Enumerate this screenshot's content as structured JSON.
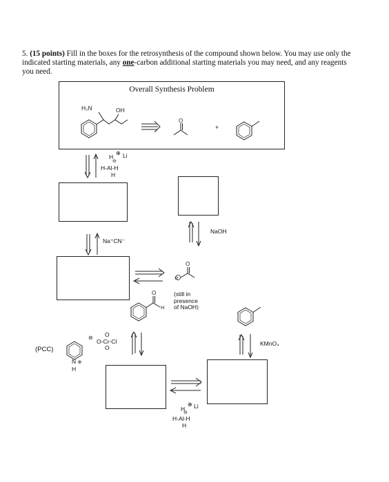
{
  "question": {
    "number": "5.",
    "points": "(15 points)",
    "text_before": "Fill in the boxes for the retrosynthesis of the compound shown below.  You may use only the indicated starting materials, any ",
    "emphasis": "one",
    "text_after": "-carbon additional starting materials you may need, and any reagents you need."
  },
  "overall": {
    "title": "Overall Synthesis Problem",
    "amine_label": "H₂N",
    "hydroxyl_label": "OH",
    "ketone_o": "O",
    "plus": "+"
  },
  "reagents": {
    "lah_top": {
      "h1": "H",
      "li": "Li",
      "minus": "⊖",
      "plus": "⊕",
      "line": "H-Al-H",
      "h2": "H"
    },
    "cyanide": "Na⁺CN⁻",
    "naoh": "NaOH",
    "enolate_o": "O",
    "enolate_minus": "⊖",
    "aldehyde_o": "O",
    "aldehyde_h": "H",
    "still_in": "(still in",
    "presence": "presence",
    "of_naoh": "of NaOH)",
    "kmno4": "KMnO₄",
    "pcc_label": "(PCC)",
    "pcc_minus": "⊖",
    "pcc_o_top": "O",
    "pcc_line": "O-Cr-Cl",
    "pcc_o_bottom": "O",
    "pcc_nh": "N",
    "pcc_h": "H",
    "pcc_plus": "⊕",
    "lah_bottom": {
      "h1": "H",
      "li": "Li",
      "minus": "⊖",
      "plus": "⊕",
      "line": "H-Al-H",
      "h2": "H"
    }
  }
}
